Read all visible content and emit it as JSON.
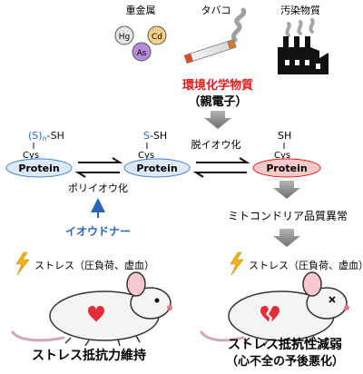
{
  "sources": {
    "heavy_metal_label": "重金属",
    "tobacco_label": "タバコ",
    "pollutant_label": "汚染物質",
    "metal_symbols": [
      "Hg",
      "Cd",
      "As"
    ]
  },
  "center": {
    "title": "環境化学物質",
    "subtitle": "（親電子）"
  },
  "proteins": {
    "left": {
      "label": "Protein",
      "group_prefix": "(S)",
      "group_sub": "n",
      "group_suffix": "-SH",
      "residue": "Cys"
    },
    "middle": {
      "label": "Protein",
      "group_s": "S",
      "group_suffix": "-SH",
      "residue": "Cys"
    },
    "right": {
      "label": "Protein",
      "group": "SH",
      "residue": "Cys"
    }
  },
  "reactions": {
    "polysulfidation": "ポリイオウ化",
    "desulfuration": "脱イオウ化",
    "mito_quality": "ミトコンドリア品質異常",
    "sulfur_donor": "イオウドナー"
  },
  "outcomes": {
    "stress_note": "ストレス（圧負荷、虚血）",
    "left_result": "ストレス抵抗力維持",
    "right_result_line1": "ストレス抵抗性減弱",
    "right_result_line2": "（心不全の予後悪化）"
  },
  "colors": {
    "red": "#e0201c",
    "blue": "#2a66b8",
    "protein_blue_fill": "#dce9f7",
    "protein_red_fill": "#f7c9c9",
    "arrow_gray": "#8c8c8c"
  }
}
